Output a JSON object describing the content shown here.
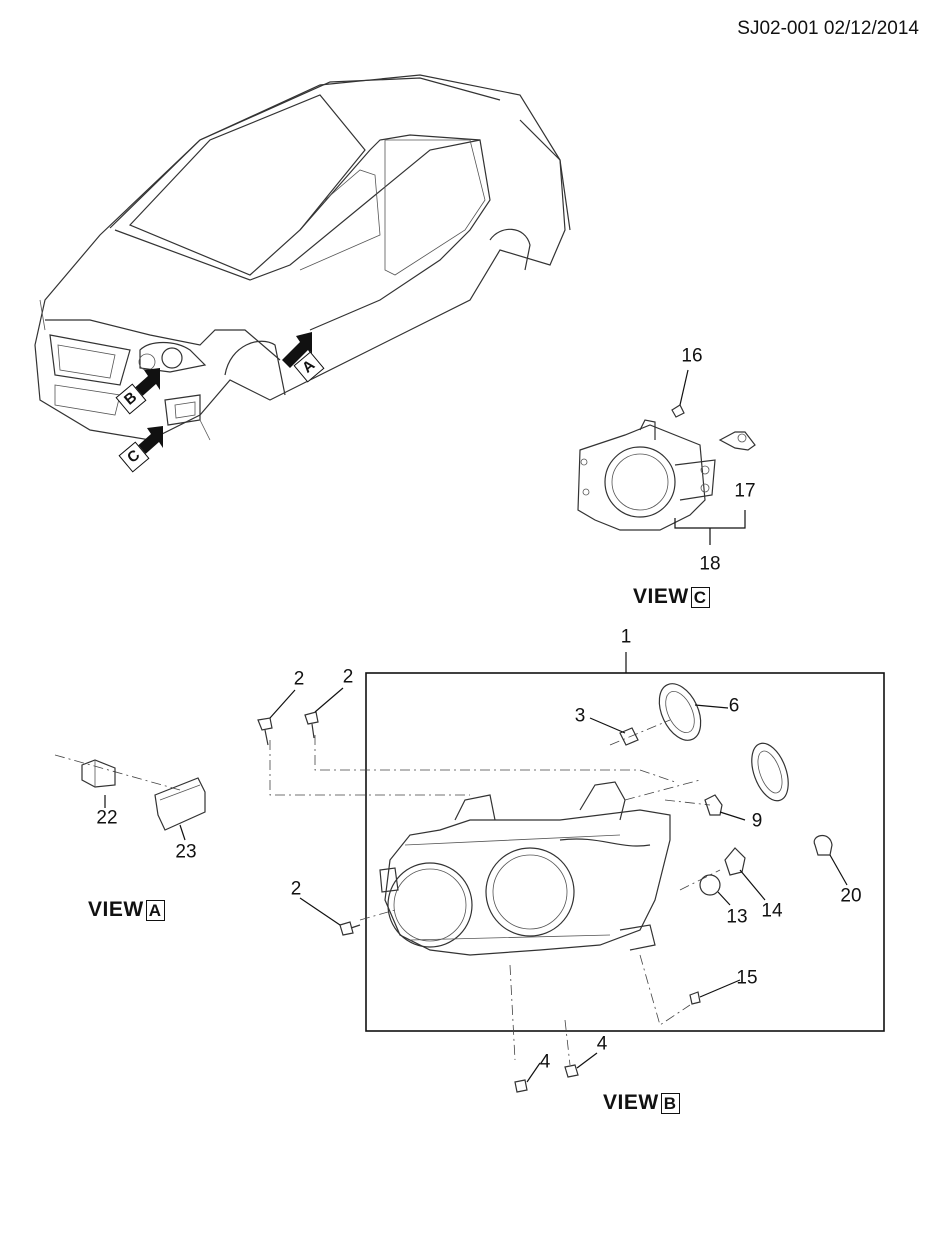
{
  "header": {
    "code": "SJ02-001 02/12/2014"
  },
  "views": {
    "a": {
      "label": "VIEW",
      "letter": "A"
    },
    "b": {
      "label": "VIEW",
      "letter": "B"
    },
    "c": {
      "label": "VIEW",
      "letter": "C"
    }
  },
  "arrow_tags": {
    "a": "A",
    "b": "B",
    "c": "C"
  },
  "callouts": {
    "n1": "1",
    "n2a": "2",
    "n2b": "2",
    "n2c": "2",
    "n3": "3",
    "n4a": "4",
    "n4b": "4",
    "n6": "6",
    "n9": "9",
    "n13": "13",
    "n14": "14",
    "n15": "15",
    "n16": "16",
    "n17": "17",
    "n18": "18",
    "n20": "20",
    "n22": "22",
    "n23": "23"
  }
}
